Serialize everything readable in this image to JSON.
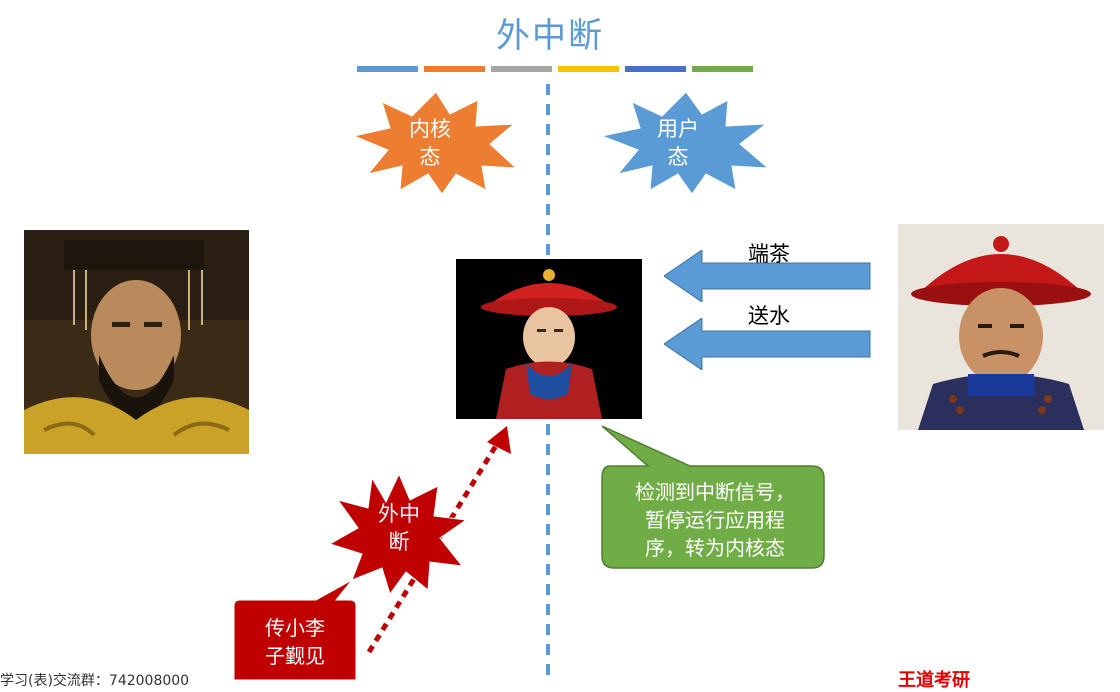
{
  "title": "外中断",
  "title_bar_colors": [
    "#5b9bd5",
    "#ed7d31",
    "#a5a5a5",
    "#ffc000",
    "#4472c4",
    "#70ad47"
  ],
  "kernel_mode": {
    "line1": "内核",
    "line2": "态",
    "color": "#ed7d31"
  },
  "user_mode": {
    "line1": "用户",
    "line2": "态",
    "color": "#5b9bd5"
  },
  "actions": {
    "serve_tea": "端茶",
    "deliver_water": "送水"
  },
  "external_interrupt": {
    "line1": "外中",
    "line2": "断",
    "color": "#c00000"
  },
  "summon": {
    "line1": "传小李",
    "line2": "子觐见",
    "color": "#c00000"
  },
  "detect_callout": {
    "line1": "检测到中断信号，",
    "line2": "暂停运行应用程",
    "line3": "序，转为内核态",
    "color": "#70ad47"
  },
  "footer": {
    "left": "学习(表)交流群：742008000",
    "right": "王道考研"
  },
  "icons": {
    "emperor": "emperor-portrait-icon",
    "eunuch": "eunuch-portrait-icon",
    "official": "official-portrait-icon"
  }
}
